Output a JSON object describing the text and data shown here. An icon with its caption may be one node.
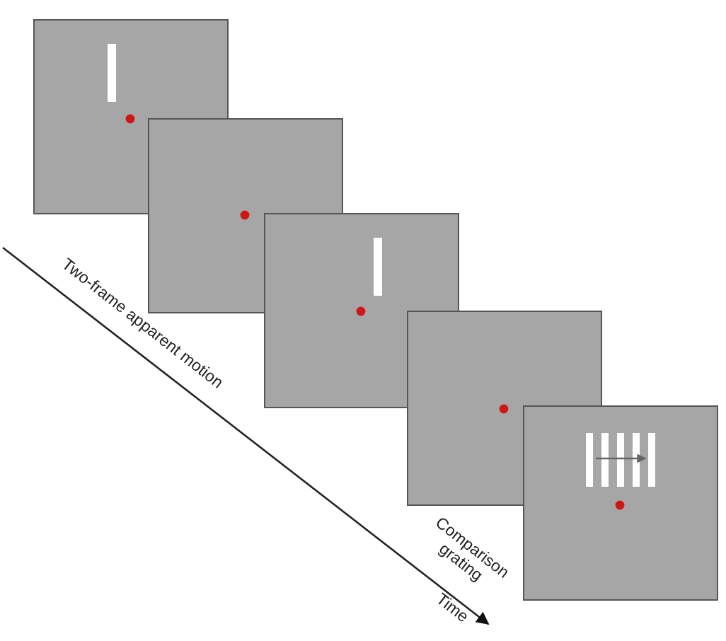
{
  "diagram": {
    "labels": [
      "Two-frame apparent motion",
      "Comparison grating",
      "Time"
    ]
  }
}
